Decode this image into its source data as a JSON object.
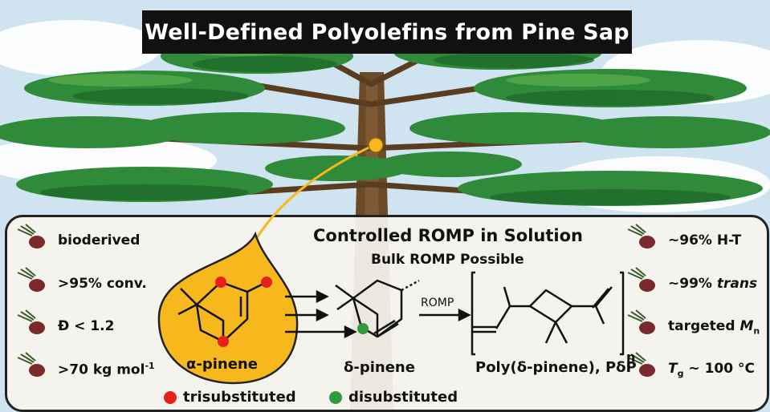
{
  "title": "Well-Defined Polyolefins from Pine Sap",
  "panel": {
    "heading": "Controlled ROMP in Solution",
    "subheading": "Bulk ROMP Possible"
  },
  "left_features": [
    {
      "text": "bioderived"
    },
    {
      "text": ">95% conv."
    },
    {
      "text": "Đ < 1.2"
    },
    {
      "text": ">70 kg mol",
      "sup": "-1"
    }
  ],
  "right_features": [
    {
      "text": "~96% H-T"
    },
    {
      "pre": "~99% ",
      "italic": "trans"
    },
    {
      "pre": "targeted ",
      "italic": "M",
      "sub": "n"
    },
    {
      "italic": "T",
      "sub": "g",
      "post": " ~ 100 °C"
    }
  ],
  "molecules": {
    "alpha": "α-pinene",
    "delta": "δ-pinene",
    "polymer": "Poly(δ-pinene), PδP",
    "repeat_subscript": "n",
    "arrow_label": "ROMP"
  },
  "legend": {
    "trisubstituted": {
      "label": "trisubstituted",
      "color": "#e8201c"
    },
    "disubstituted": {
      "label": "disubstituted",
      "color": "#2f9b3a"
    }
  },
  "colors": {
    "sap": "#f6b81c",
    "foliage": "#2f8a3a",
    "trunk": "#6b4a2a",
    "sky": "#cfe3f1"
  }
}
